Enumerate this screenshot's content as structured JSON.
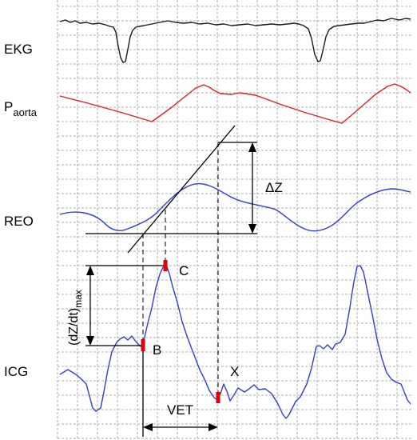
{
  "figure": {
    "labels": {
      "ekg": "EKG",
      "paorta_main": "P",
      "paorta_sub": "aorta",
      "reo": "REO",
      "icg": "ICG",
      "delta_z": "ΔZ",
      "dzdt_main": "(dZ/dt)",
      "dzdt_sub": "max",
      "point_b": "B",
      "point_c": "C",
      "point_x": "X",
      "vet": "VET"
    },
    "colors": {
      "ekg": "#1a1a1a",
      "paorta": "#e02020",
      "reo": "#2f3fd0",
      "icg": "#2f3fd0",
      "marker": "#e00000",
      "grid": "#9a9a9a"
    }
  }
}
